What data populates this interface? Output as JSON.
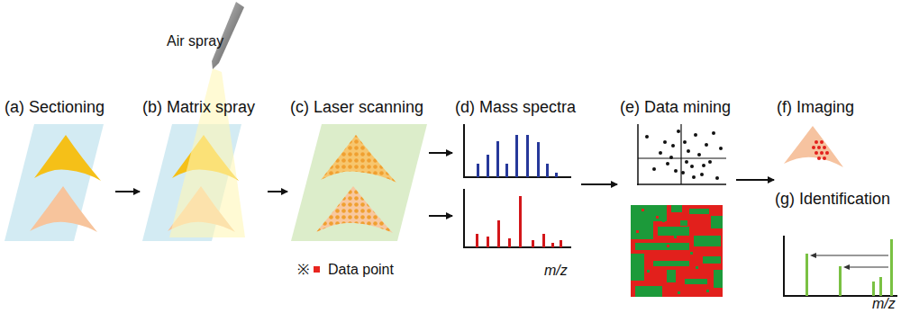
{
  "diagram": {
    "nodes": [
      {
        "text": [
          "(a) Sectioning"
        ]
      },
      {
        "text": [
          "(b) Matrix spray"
        ]
      },
      {
        "text": [
          "(c) Laser scanning"
        ]
      },
      {
        "text": [
          "(d) Mass spectra"
        ]
      },
      {
        "text": [
          "(e) Data mining"
        ]
      },
      {
        "text": [
          "(f) Imaging"
        ]
      },
      {
        "text": [
          "(g) Identification"
        ]
      }
    ],
    "edges": [
      {
        "from": 0,
        "to": 1,
        "arrow": "to"
      },
      {
        "from": 1,
        "to": 2,
        "arrow": "to"
      },
      {
        "from": 2,
        "to": 3,
        "arrow": "to"
      },
      {
        "from": 2,
        "to": 3,
        "arrow": "to"
      },
      {
        "from": 3,
        "to": 4,
        "arrow": "to"
      },
      {
        "from": 4,
        "to": 5,
        "arrow": "to"
      }
    ],
    "labels": [
      "Air spray",
      "※",
      "m/z",
      "m/z"
    ],
    "legend": [
      {
        "text": "Data point",
        "color": "#e8251f"
      }
    ]
  }
}
